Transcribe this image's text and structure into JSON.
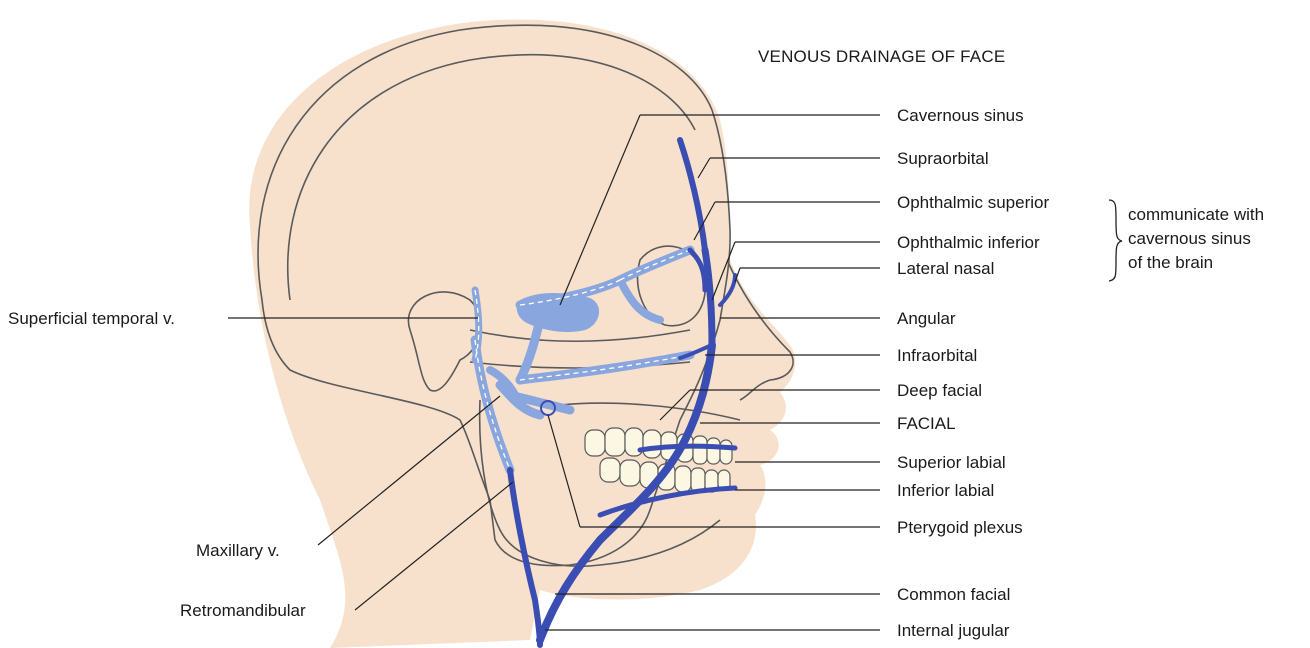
{
  "title": "VENOUS DRAINAGE OF FACE",
  "labels_right": [
    "Cavernous sinus",
    "Supraorbital",
    "Ophthalmic superior",
    "Ophthalmic inferior",
    "Lateral nasal",
    "Angular",
    "Infraorbital",
    "Deep facial",
    "FACIAL",
    "Superior labial",
    "Inferior labial",
    "Pterygoid plexus",
    "Common facial",
    "Internal jugular"
  ],
  "labels_left": {
    "superficial_temporal": "Superficial temporal v.",
    "maxillary": "Maxillary v.",
    "retromandibular": "Retromandibular"
  },
  "note": {
    "line1": "communicate with",
    "line2": "cavernous sinus",
    "line3": "of the brain"
  },
  "colors": {
    "skin": "#f7e1cc",
    "bone": "#e3e3e3",
    "vein_dark": "#3a4db3",
    "vein_light": "#8aa6de",
    "teeth": "#fbf7e2"
  }
}
